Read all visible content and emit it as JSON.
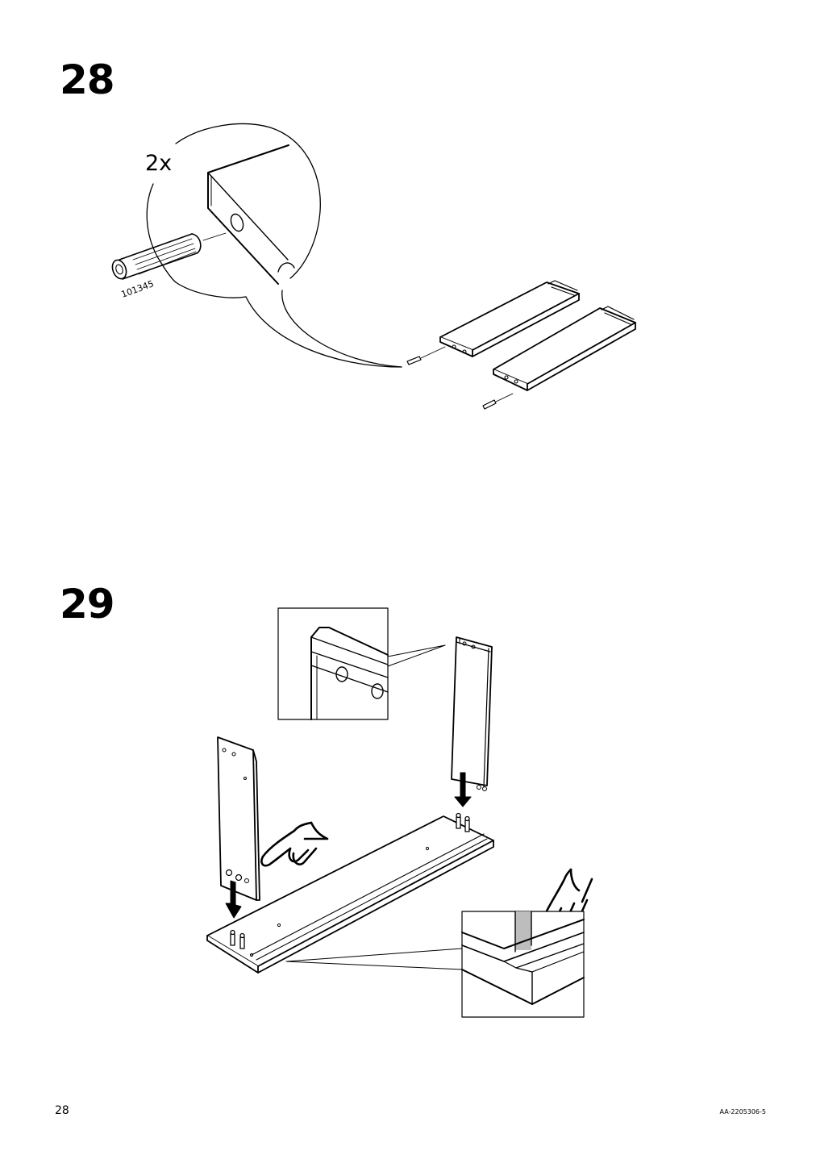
{
  "steps": [
    {
      "number": "28",
      "quantity_label": "2x",
      "part_number": "101345"
    },
    {
      "number": "29"
    }
  ],
  "footer": {
    "page_number": "28",
    "document_code": "AA-2205306-5"
  }
}
